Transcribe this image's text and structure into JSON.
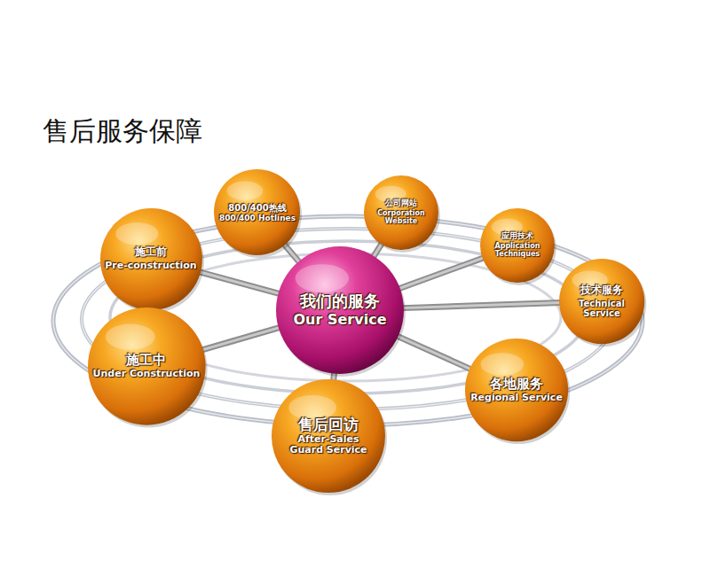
{
  "diagram": {
    "title": "售后服务保障",
    "nodes": [
      {
        "text": [
          "800/400热线",
          "800/400 Hotlines"
        ]
      },
      {
        "text": [
          "公司网站",
          "Corporation Website"
        ]
      },
      {
        "text": [
          "应用技术",
          "Application Techniques"
        ]
      },
      {
        "text": [
          "施工前",
          "Pre-construction"
        ]
      },
      {
        "text": [
          "我们的服务",
          "Our Service"
        ]
      },
      {
        "text": [
          "技术服务",
          "Technical Service"
        ]
      },
      {
        "text": [
          "施工中",
          "Under Construction"
        ]
      },
      {
        "text": [
          "各地服务",
          "Regional Service"
        ]
      },
      {
        "text": [
          "售后回访",
          "After-Sales Guard Service"
        ]
      }
    ],
    "edges": [
      {
        "from": 4,
        "to": 0,
        "arrow": "none"
      },
      {
        "from": 4,
        "to": 1,
        "arrow": "none"
      },
      {
        "from": 4,
        "to": 2,
        "arrow": "none"
      },
      {
        "from": 4,
        "to": 3,
        "arrow": "none"
      },
      {
        "from": 4,
        "to": 5,
        "arrow": "none"
      },
      {
        "from": 4,
        "to": 6,
        "arrow": "none"
      },
      {
        "from": 4,
        "to": 7,
        "arrow": "none"
      },
      {
        "from": 4,
        "to": 8,
        "arrow": "none"
      }
    ]
  }
}
